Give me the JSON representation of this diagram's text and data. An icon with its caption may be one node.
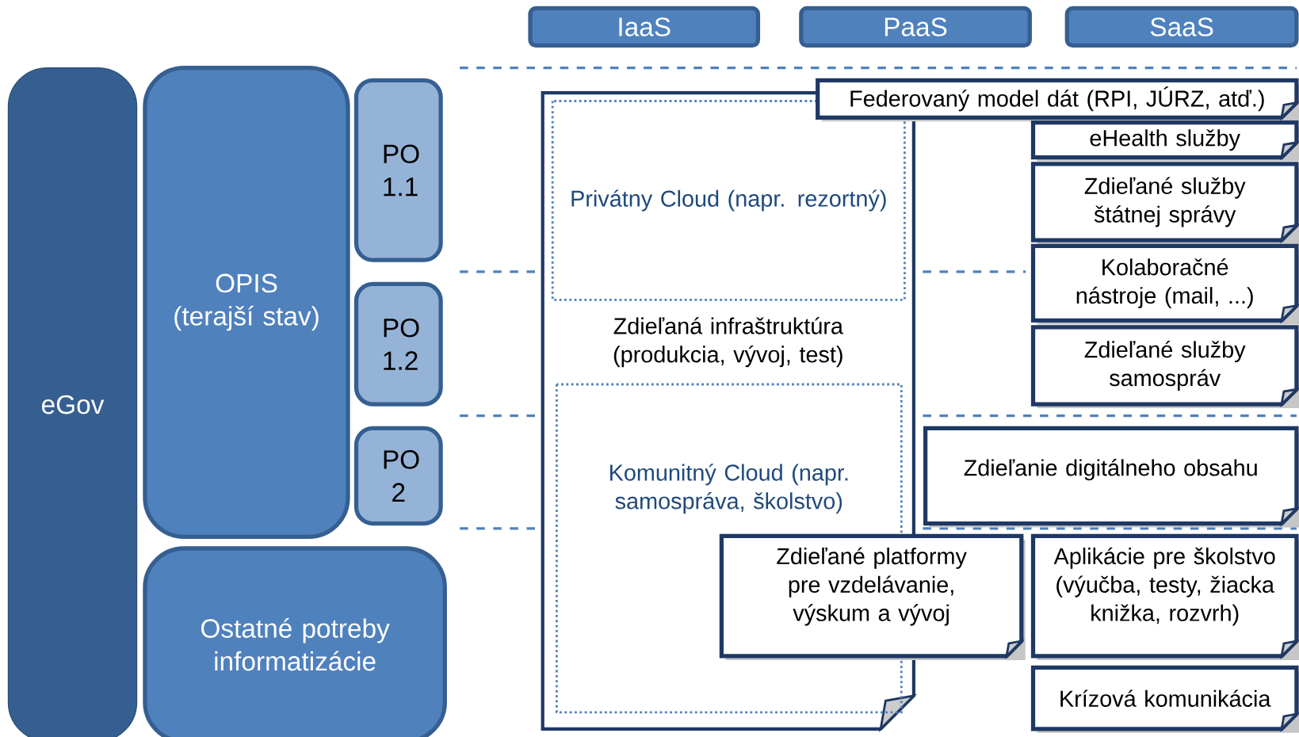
{
  "diagram": {
    "nodes": [
      {
        "text": [
          "eGov"
        ]
      },
      {
        "text": [
          "OPIS",
          "(terajší stav)"
        ]
      },
      {
        "text": [
          "PO 1.1"
        ]
      },
      {
        "text": [
          "PO 1.2"
        ]
      },
      {
        "text": [
          "PO 2"
        ]
      },
      {
        "text": [
          "Ostatné potreby informatizácie"
        ]
      },
      {
        "text": [
          "IaaS"
        ]
      },
      {
        "text": [
          "PaaS"
        ]
      },
      {
        "text": [
          "SaaS"
        ]
      },
      {
        "text": [
          "Zdieľaná infraštruktúra (produkcia, vývoj, test)"
        ]
      },
      {
        "text": [
          "Privátny Cloud (napr. rezortný)"
        ],
        "in": 9
      },
      {
        "text": [
          "Komunitný Cloud (napr. samospráva, školstvo)"
        ],
        "in": 9
      },
      {
        "text": [
          "Zdieľané platformy pre vzdelávanie, výskum a vývoj"
        ]
      },
      {
        "text": [
          "Federovaný model dát (RPI, JÚRZ, atď.)"
        ]
      },
      {
        "text": [
          "eHealth služby"
        ]
      },
      {
        "text": [
          "Zdieľané služby štátnej správy"
        ]
      },
      {
        "text": [
          "Kolaboračné nástroje (mail, ...)"
        ]
      },
      {
        "text": [
          "Zdieľané služby samospráv"
        ]
      },
      {
        "text": [
          "Zdieľanie digitálneho obsahu"
        ]
      },
      {
        "text": [
          "Aplikácie pre školstvo (výučba, testy, žiacka knižka, rozvrh)"
        ]
      },
      {
        "text": [
          "Krízová komunikácia"
        ]
      }
    ]
  }
}
